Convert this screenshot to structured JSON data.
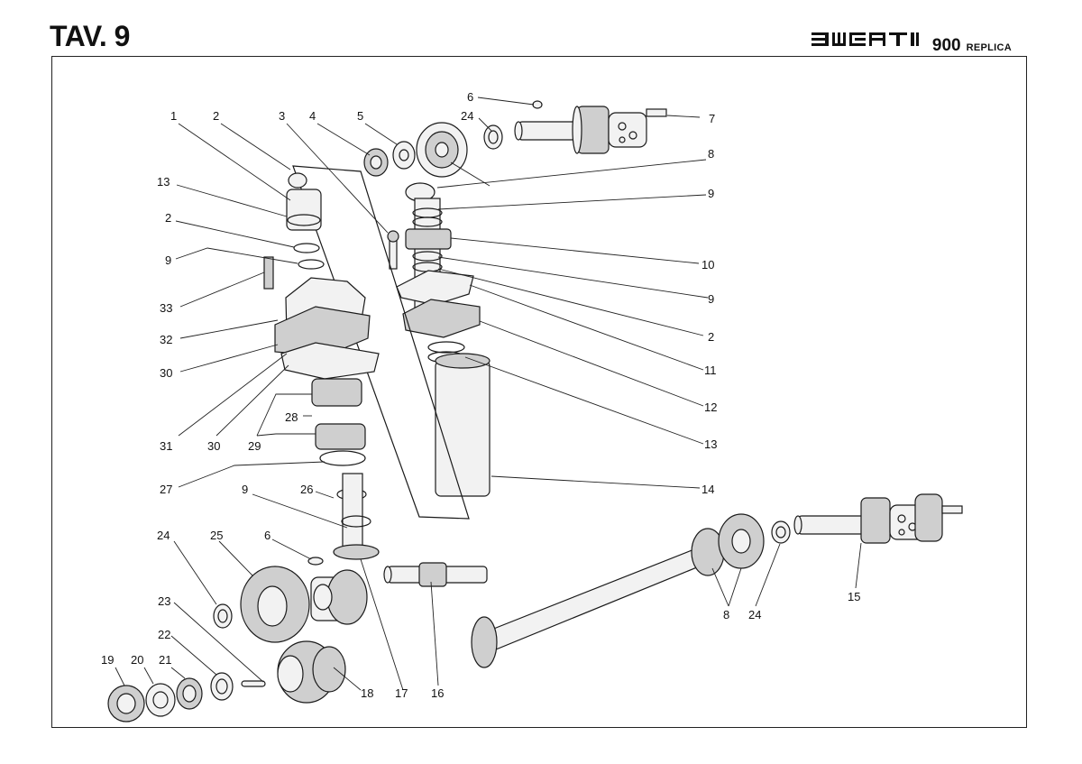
{
  "header": {
    "sheet_title": "TAV. 9",
    "brand_logo_text": "DUCATI",
    "brand_model": "900",
    "brand_subtitle": "REPLICA"
  },
  "callouts": [
    {
      "id": "c1",
      "text": "1"
    },
    {
      "id": "c2a",
      "text": "2"
    },
    {
      "id": "c3",
      "text": "3"
    },
    {
      "id": "c4",
      "text": "4"
    },
    {
      "id": "c5",
      "text": "5"
    },
    {
      "id": "c6a",
      "text": "6"
    },
    {
      "id": "c24a",
      "text": "24"
    },
    {
      "id": "c7",
      "text": "7"
    },
    {
      "id": "c8a",
      "text": "8"
    },
    {
      "id": "c9a",
      "text": "9"
    },
    {
      "id": "c10",
      "text": "10"
    },
    {
      "id": "c9b",
      "text": "9"
    },
    {
      "id": "c2b",
      "text": "2"
    },
    {
      "id": "c11",
      "text": "11"
    },
    {
      "id": "c12",
      "text": "12"
    },
    {
      "id": "c13a",
      "text": "13"
    },
    {
      "id": "c14",
      "text": "14"
    },
    {
      "id": "c13b",
      "text": "13"
    },
    {
      "id": "c2c",
      "text": "2"
    },
    {
      "id": "c9c",
      "text": "9"
    },
    {
      "id": "c33",
      "text": "33"
    },
    {
      "id": "c32",
      "text": "32"
    },
    {
      "id": "c30a",
      "text": "30"
    },
    {
      "id": "c28",
      "text": "28"
    },
    {
      "id": "c31",
      "text": "31"
    },
    {
      "id": "c30b",
      "text": "30"
    },
    {
      "id": "c29",
      "text": "29"
    },
    {
      "id": "c27",
      "text": "27"
    },
    {
      "id": "c9d",
      "text": "9"
    },
    {
      "id": "c26",
      "text": "26"
    },
    {
      "id": "c24b",
      "text": "24"
    },
    {
      "id": "c25",
      "text": "25"
    },
    {
      "id": "c6b",
      "text": "6"
    },
    {
      "id": "c23",
      "text": "23"
    },
    {
      "id": "c22",
      "text": "22"
    },
    {
      "id": "c19",
      "text": "19"
    },
    {
      "id": "c20",
      "text": "20"
    },
    {
      "id": "c21",
      "text": "21"
    },
    {
      "id": "c18",
      "text": "18"
    },
    {
      "id": "c17",
      "text": "17"
    },
    {
      "id": "c16",
      "text": "16"
    },
    {
      "id": "c8b",
      "text": "8"
    },
    {
      "id": "c24c",
      "text": "24"
    },
    {
      "id": "c15",
      "text": "15"
    }
  ]
}
